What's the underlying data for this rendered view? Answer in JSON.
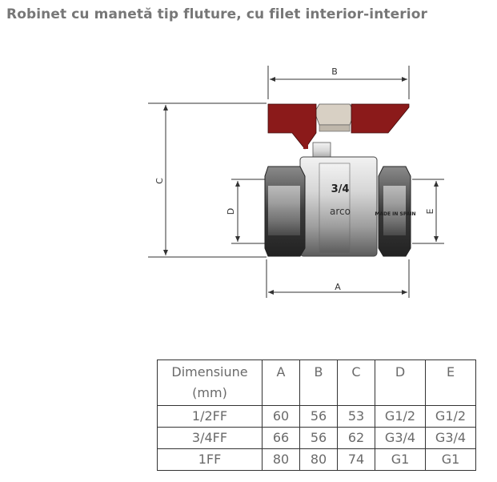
{
  "page": {
    "title": "Robinet cu manetă tip fluture, cu filet interior-interior"
  },
  "drawing": {
    "labels": {
      "a": "A",
      "b": "B",
      "c": "C",
      "d": "D",
      "e": "E"
    },
    "body_marks": {
      "size": "3/4",
      "brand": "arco",
      "origin": "MADE IN SPAIN"
    },
    "colors": {
      "handle": "#8b1a1a",
      "body": "#c9c9c9",
      "nut": "#4a4a4a"
    }
  },
  "table": {
    "headers": [
      "Dimensiune (mm)",
      "A",
      "B",
      "C",
      "D",
      "E"
    ],
    "rows": [
      [
        "1/2FF",
        "60",
        "56",
        "53",
        "G1/2",
        "G1/2"
      ],
      [
        "3/4FF",
        "66",
        "56",
        "62",
        "G3/4",
        "G3/4"
      ],
      [
        "1FF",
        "80",
        "80",
        "74",
        "G1",
        "G1"
      ]
    ]
  }
}
